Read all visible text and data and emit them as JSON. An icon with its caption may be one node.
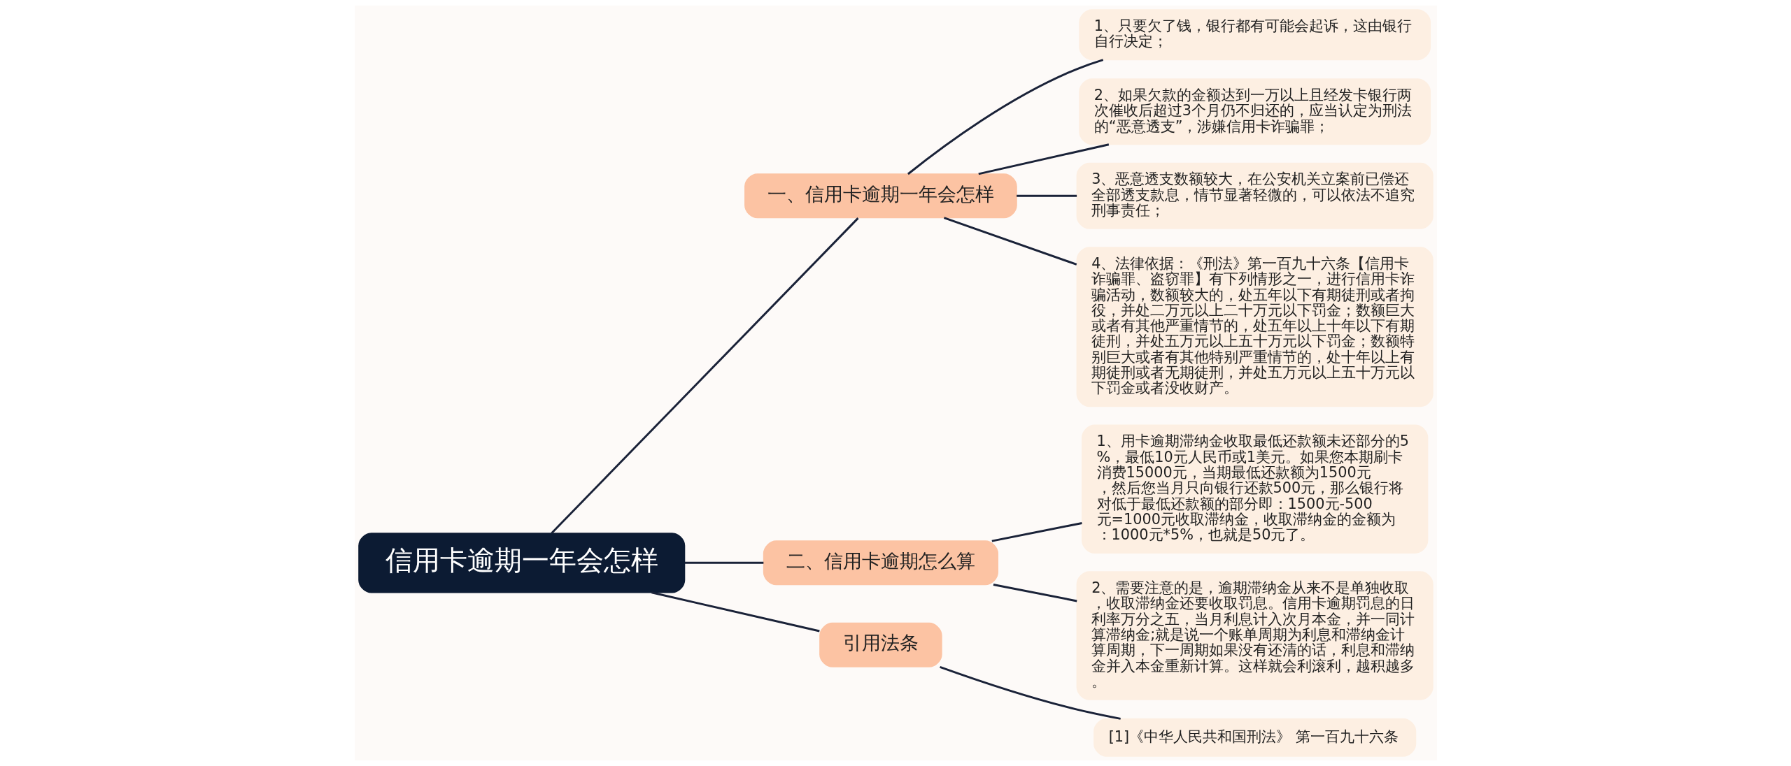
{
  "diagram": {
    "nodes": [
      {
        "text": [
          "信用卡逾期一年会怎样"
        ]
      },
      {
        "text": [
          "一、信用卡逾期一年会怎样"
        ]
      },
      {
        "text": [
          "1、只要欠了钱，银行都有可能会起诉，这由银行自行决定；"
        ]
      },
      {
        "text": [
          "2、如果欠款的金额达到一万以上且经发卡银行两次催收后超过3个月仍不归还的，应当认定为刑法的“恶意透支”，涉嫌信用卡诈骗罪；"
        ]
      },
      {
        "text": [
          "3、恶意透支数额较大，在公安机关立案前已偿还全部透支款息，情节显著轻微的，可以依法不追究刑事责任；"
        ]
      },
      {
        "text": [
          "4、法律依据：《刑法》第一百九十六条【信用卡诈骗罪、盗窃罪】有下列情形之一，进行信用卡诈骗活动，数额较大的，处五年以下有期徒刑或者拘役，并处二万元以上二十万元以下罚金；数额巨大或者有其他严重情节的，处五年以上十年以下有期徒刑，并处五万元以上五十万元以下罚金；数额特别巨大或者有其他特别严重情节的，处十年以上有期徒刑或者无期徒刑，并处五万元以上五十万元以下罚金或者没收财产。"
        ]
      },
      {
        "text": [
          "二、信用卡逾期怎么算"
        ]
      },
      {
        "text": [
          "1、用卡逾期滞纳金收取最低还款额未还部分的5%，最低10元人民币或1美元。如果您本期刷卡消费15000元，当期最低还款额为1500元，然后您当月只向银行还款500元，那么银行将对低于最低还款额的部分即：1500元-500元=1000元收取滞纳金，收取滞纳金的金额为：1000元*5%，也就是50元了。"
        ]
      },
      {
        "text": [
          "2、需要注意的是，逾期滞纳金从来不是单独收取，收取滞纳金还要收取罚息。信用卡逾期罚息的日利率万分之五，当月利息计入次月本金，并一同计算滞纳金;就是说一个账单周期为利息和滞纳金计算周期，下一周期如果没有还清的话，利息和滞纳金并入本金重新计算。这样就会利滚利，越积越多。"
        ]
      },
      {
        "text": [
          "引用法条"
        ]
      },
      {
        "text": [
          "[1]《中华人民共和国刑法》 第一百九十六条"
        ]
      }
    ],
    "edges": [
      {
        "from": 0,
        "to": 1,
        "arrow": "none"
      },
      {
        "from": 1,
        "to": 2,
        "arrow": "none"
      },
      {
        "from": 1,
        "to": 3,
        "arrow": "none"
      },
      {
        "from": 1,
        "to": 4,
        "arrow": "none"
      },
      {
        "from": 1,
        "to": 5,
        "arrow": "none"
      },
      {
        "from": 0,
        "to": 6,
        "arrow": "none"
      },
      {
        "from": 6,
        "to": 7,
        "arrow": "none"
      },
      {
        "from": 6,
        "to": 8,
        "arrow": "none"
      },
      {
        "from": 0,
        "to": 9,
        "arrow": "none"
      },
      {
        "from": 9,
        "to": 10,
        "arrow": "none"
      }
    ]
  }
}
